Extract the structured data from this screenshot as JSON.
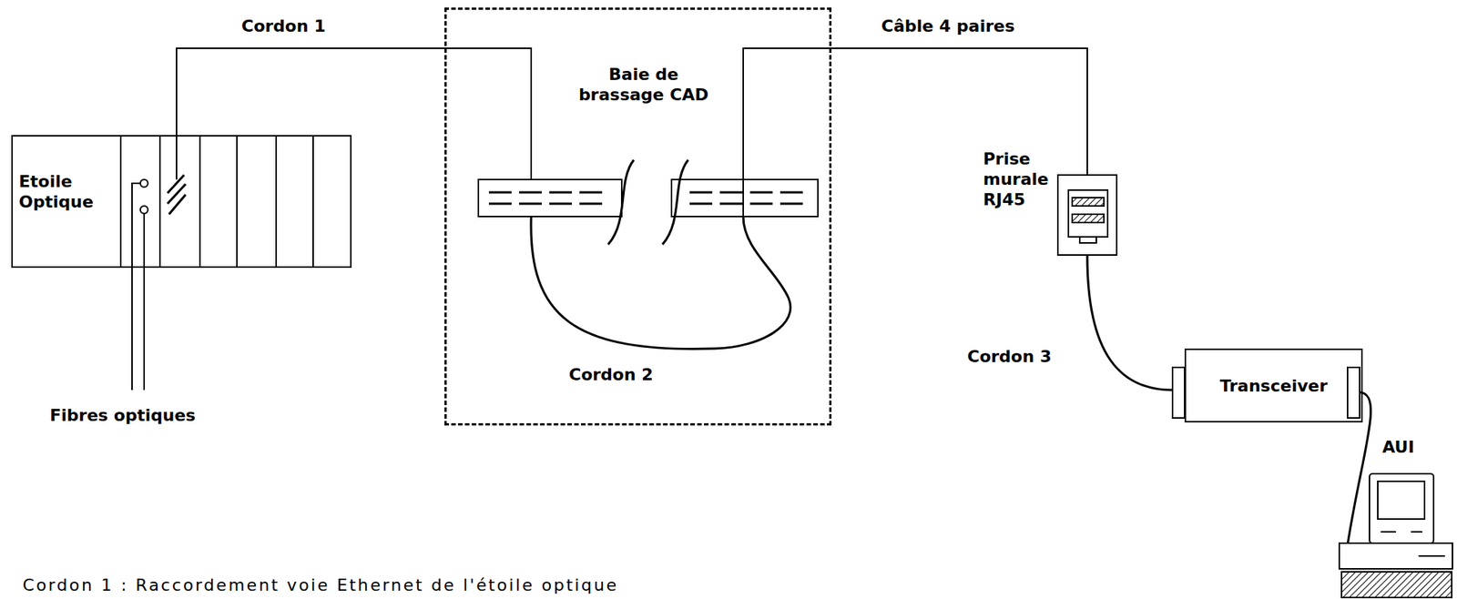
{
  "diagram": {
    "nodes": [
      {
        "text": [
          "Etoile Optique"
        ]
      },
      {
        "text": [
          "Baie de brassage CAD"
        ]
      },
      {
        "text": [
          "Prise murale RJ45"
        ]
      },
      {
        "text": [
          "Transceiver"
        ]
      }
    ],
    "edges": [
      {
        "from": 0,
        "to": 1,
        "label": "Cordon 1",
        "arrow": "none"
      },
      {
        "from": 1,
        "to": 2,
        "label": "Câble 4 paires",
        "arrow": "none"
      },
      {
        "from": 2,
        "to": 3,
        "label": "Cordon 3",
        "arrow": "none"
      }
    ],
    "labels": [
      "Fibres optiques",
      "Cordon 2",
      "AUI",
      "Cordon 1 : Raccordement voie Ethernet de l'étoile optique"
    ]
  }
}
